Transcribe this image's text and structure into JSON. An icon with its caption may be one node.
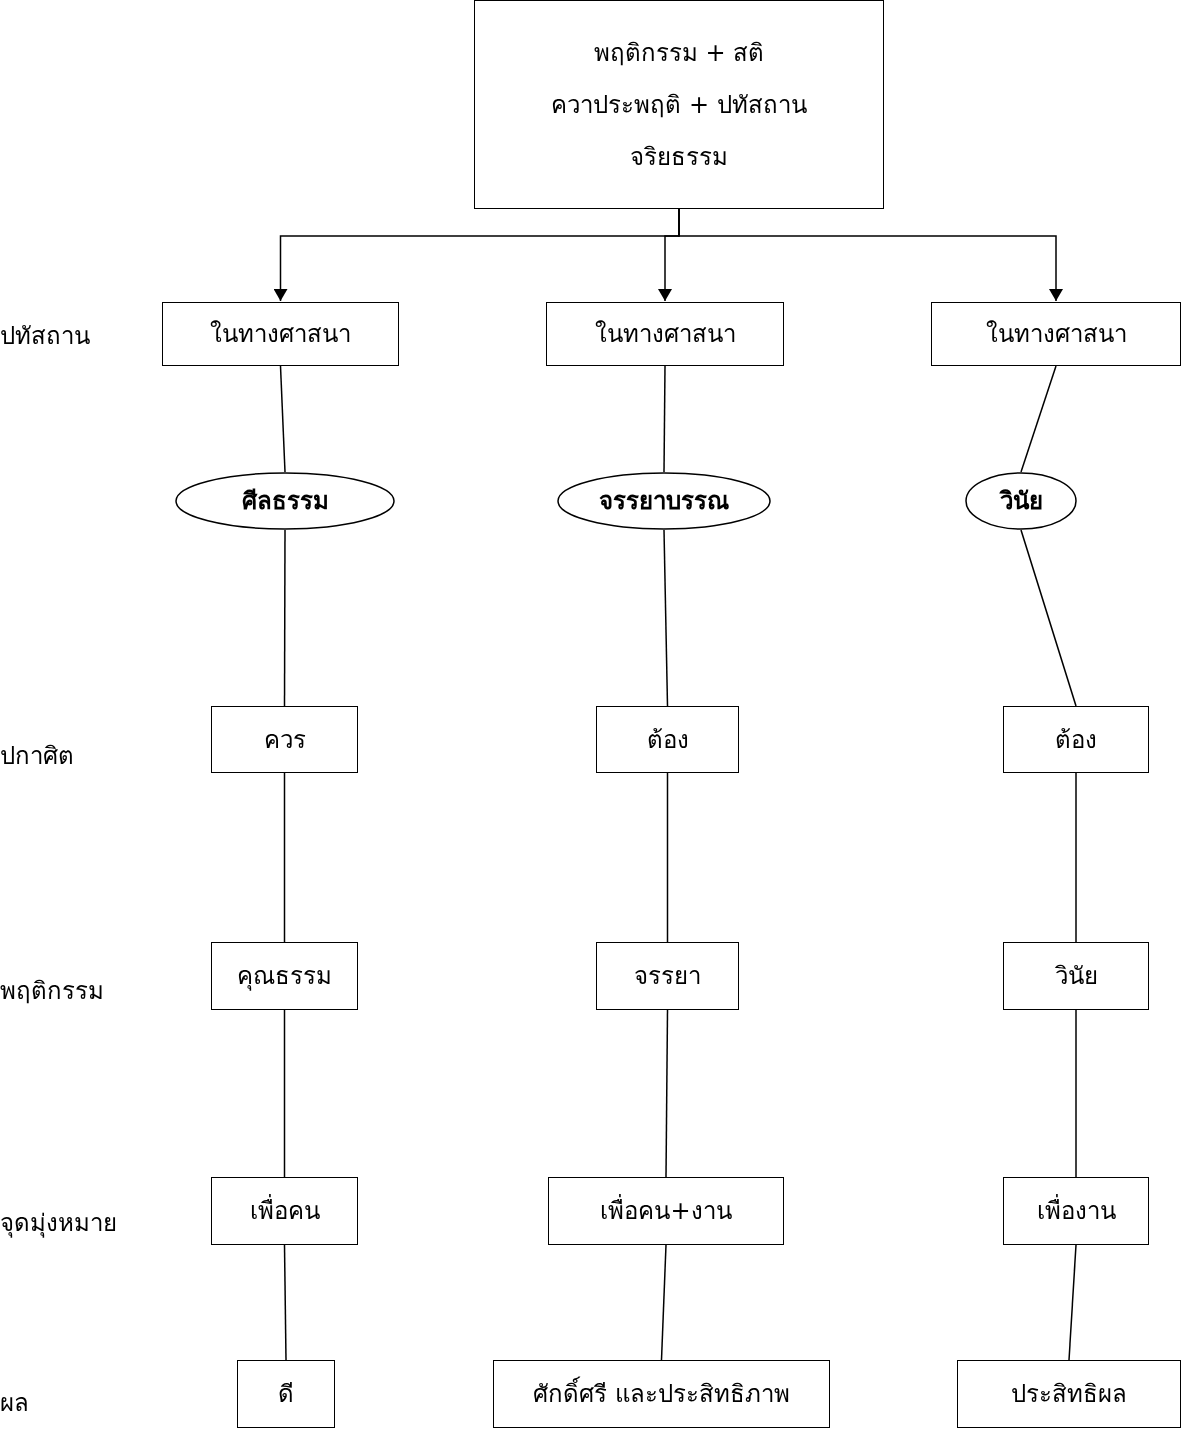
{
  "diagram": {
    "nodes": [
      {
        "text": [
          "พฤติกรรม  +  สติ",
          "ควาประพฤติ + ปทัสถาน",
          "จริยธรรม"
        ]
      },
      {
        "text": [
          "ในทางศาสนา"
        ]
      },
      {
        "text": [
          "ในทางศาสนา"
        ]
      },
      {
        "text": [
          "ในทางศาสนา"
        ]
      },
      {
        "text": [
          "ศีลธรรม"
        ]
      },
      {
        "text": [
          "จรรยาบรรณ"
        ]
      },
      {
        "text": [
          "วินัย"
        ]
      },
      {
        "text": [
          "ควร"
        ]
      },
      {
        "text": [
          "ต้อง"
        ]
      },
      {
        "text": [
          "ต้อง"
        ]
      },
      {
        "text": [
          "คุณธรรม"
        ]
      },
      {
        "text": [
          "จรรยา"
        ]
      },
      {
        "text": [
          "วินัย"
        ]
      },
      {
        "text": [
          "เพื่อคน"
        ]
      },
      {
        "text": [
          "เพื่อคน+งาน"
        ]
      },
      {
        "text": [
          "เพื่องาน"
        ]
      },
      {
        "text": [
          "ดี"
        ]
      },
      {
        "text": [
          "ศักดิ์ศรี และประสิทธิภาพ"
        ]
      },
      {
        "text": [
          "ประสิทธิผล"
        ]
      }
    ],
    "edges": [
      {
        "from": 0,
        "to": 1,
        "arrow": "to"
      },
      {
        "from": 0,
        "to": 2,
        "arrow": "to"
      },
      {
        "from": 0,
        "to": 3,
        "arrow": "to"
      },
      {
        "from": 1,
        "to": 4,
        "arrow": "none"
      },
      {
        "from": 2,
        "to": 5,
        "arrow": "none"
      },
      {
        "from": 3,
        "to": 6,
        "arrow": "none"
      },
      {
        "from": 4,
        "to": 7,
        "arrow": "none"
      },
      {
        "from": 5,
        "to": 8,
        "arrow": "none"
      },
      {
        "from": 6,
        "to": 9,
        "arrow": "none"
      },
      {
        "from": 7,
        "to": 10,
        "arrow": "none"
      },
      {
        "from": 8,
        "to": 11,
        "arrow": "none"
      },
      {
        "from": 9,
        "to": 12,
        "arrow": "none"
      },
      {
        "from": 10,
        "to": 13,
        "arrow": "none"
      },
      {
        "from": 11,
        "to": 14,
        "arrow": "none"
      },
      {
        "from": 12,
        "to": 15,
        "arrow": "none"
      },
      {
        "from": 13,
        "to": 16,
        "arrow": "none"
      },
      {
        "from": 14,
        "to": 17,
        "arrow": "none"
      },
      {
        "from": 15,
        "to": 18,
        "arrow": "none"
      }
    ],
    "labels": [
      "ปทัสถาน",
      "ปกาศิต",
      "พฤติกรรม",
      "จุดมุ่งหมาย",
      "ผล"
    ]
  }
}
